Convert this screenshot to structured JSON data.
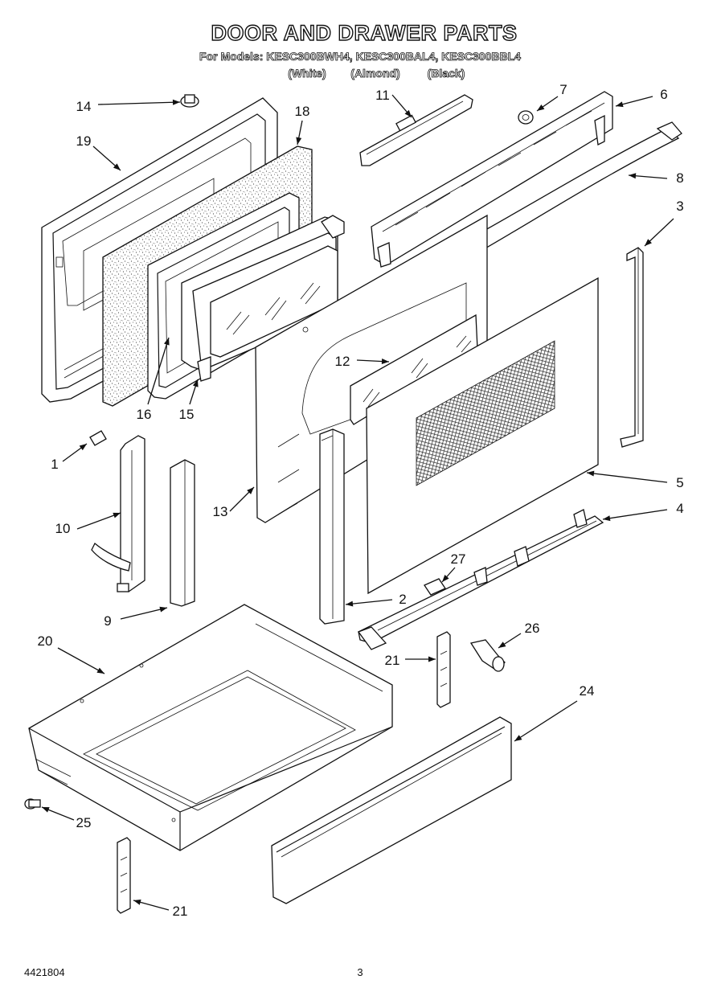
{
  "header": {
    "title": "DOOR AND DRAWER PARTS",
    "models_line": "For Models: KESC300BWH4, KESC300BAL4, KESC300BBL4",
    "colors": [
      "(White)",
      "(Almond)",
      "(Black)"
    ]
  },
  "callouts": [
    "14",
    "19",
    "18",
    "11",
    "7",
    "6",
    "8",
    "3",
    "16",
    "15",
    "12",
    "1",
    "10",
    "13",
    "5",
    "4",
    "9",
    "2",
    "27",
    "20",
    "21",
    "26",
    "24",
    "25",
    "21"
  ],
  "footer": {
    "doc_number": "4421804",
    "page_number": "3"
  }
}
